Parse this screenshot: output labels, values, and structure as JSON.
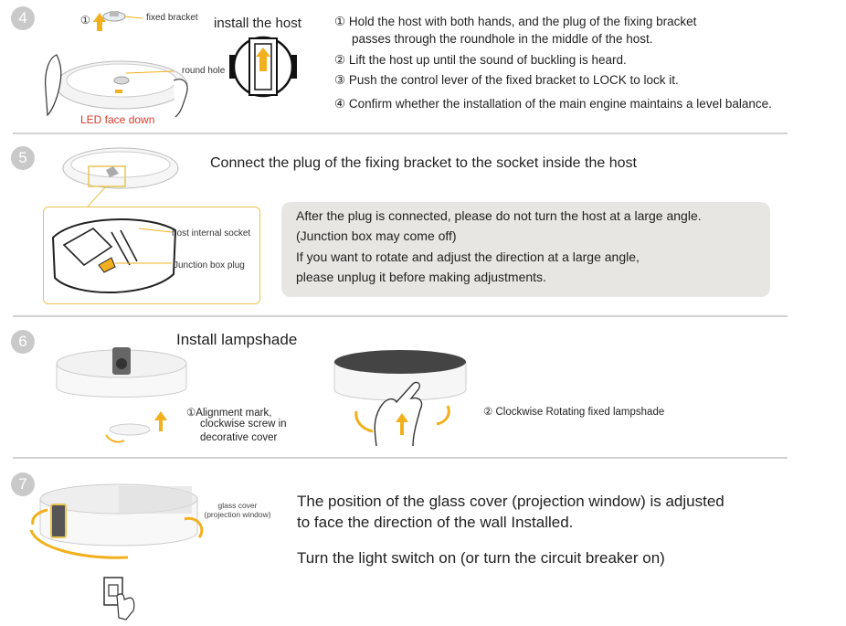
{
  "step4": {
    "number": "4",
    "sub_num_1": "①",
    "label_fixed_bracket": "fixed bracket",
    "label_round_hole": "round hole",
    "label_led_face_down": "LED face down",
    "title": "install the host",
    "instructions": [
      "① Hold the host with both hands, and the plug of the fixing bracket",
      "passes through the roundhole in the middle of the host.",
      "② Lift the host up until the sound of buckling is heard.",
      "③ Push the control lever of the fixed bracket to LOCK to lock it.",
      "④ Confirm whether the installation of the main engine maintains a level balance."
    ]
  },
  "step5": {
    "number": "5",
    "title": "Connect the plug of the fixing bracket to the socket inside the host",
    "label_host_internal_socket": "host internal socket",
    "label_junction_box_plug": "Junction box plug",
    "note": [
      "After the plug is connected, please do not turn the host at a large angle.",
      "(Junction box may come off)",
      "If you want to rotate and adjust the direction at a large angle,",
      "please unplug it before making adjustments."
    ]
  },
  "step6": {
    "number": "6",
    "title": "Install lampshade",
    "caption_1": [
      "①Alignment mark,",
      "clockwise screw in",
      "decorative cover"
    ],
    "caption_2": "② Clockwise Rotating fixed lampshade"
  },
  "step7": {
    "number": "7",
    "label_glass_cover": [
      "glass cover",
      "(projection window)"
    ],
    "text": [
      "The position of the glass cover (projection window) is adjusted",
      "to face the direction of the wall Installed.",
      "Turn the light switch on (or turn the circuit breaker on)"
    ]
  },
  "colors": {
    "accent_yellow": "#f2b01e",
    "led_red": "#d93a2b",
    "box_border": "#e8c454",
    "note_bg": "#e8e6e2",
    "step_badge": "#c9c9c9"
  }
}
